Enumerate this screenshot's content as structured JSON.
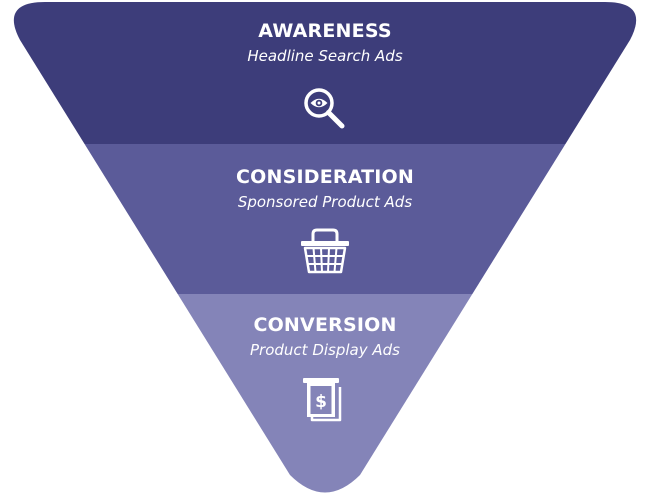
{
  "colors": {
    "background": "#ffffff",
    "text": "#ffffff",
    "awareness": "#3d3d7a",
    "consideration": "#5b5b99",
    "conversion": "#8484b8"
  },
  "funnel": {
    "stages": [
      {
        "title": "AWARENESS",
        "subtitle": "Headline Search Ads",
        "icon": "magnifier-eye-icon"
      },
      {
        "title": "CONSIDERATION",
        "subtitle": "Sponsored Product Ads",
        "icon": "shopping-basket-icon"
      },
      {
        "title": "CONVERSION",
        "subtitle": "Product Display Ads",
        "icon": "dollar-receipt-icon"
      }
    ]
  }
}
